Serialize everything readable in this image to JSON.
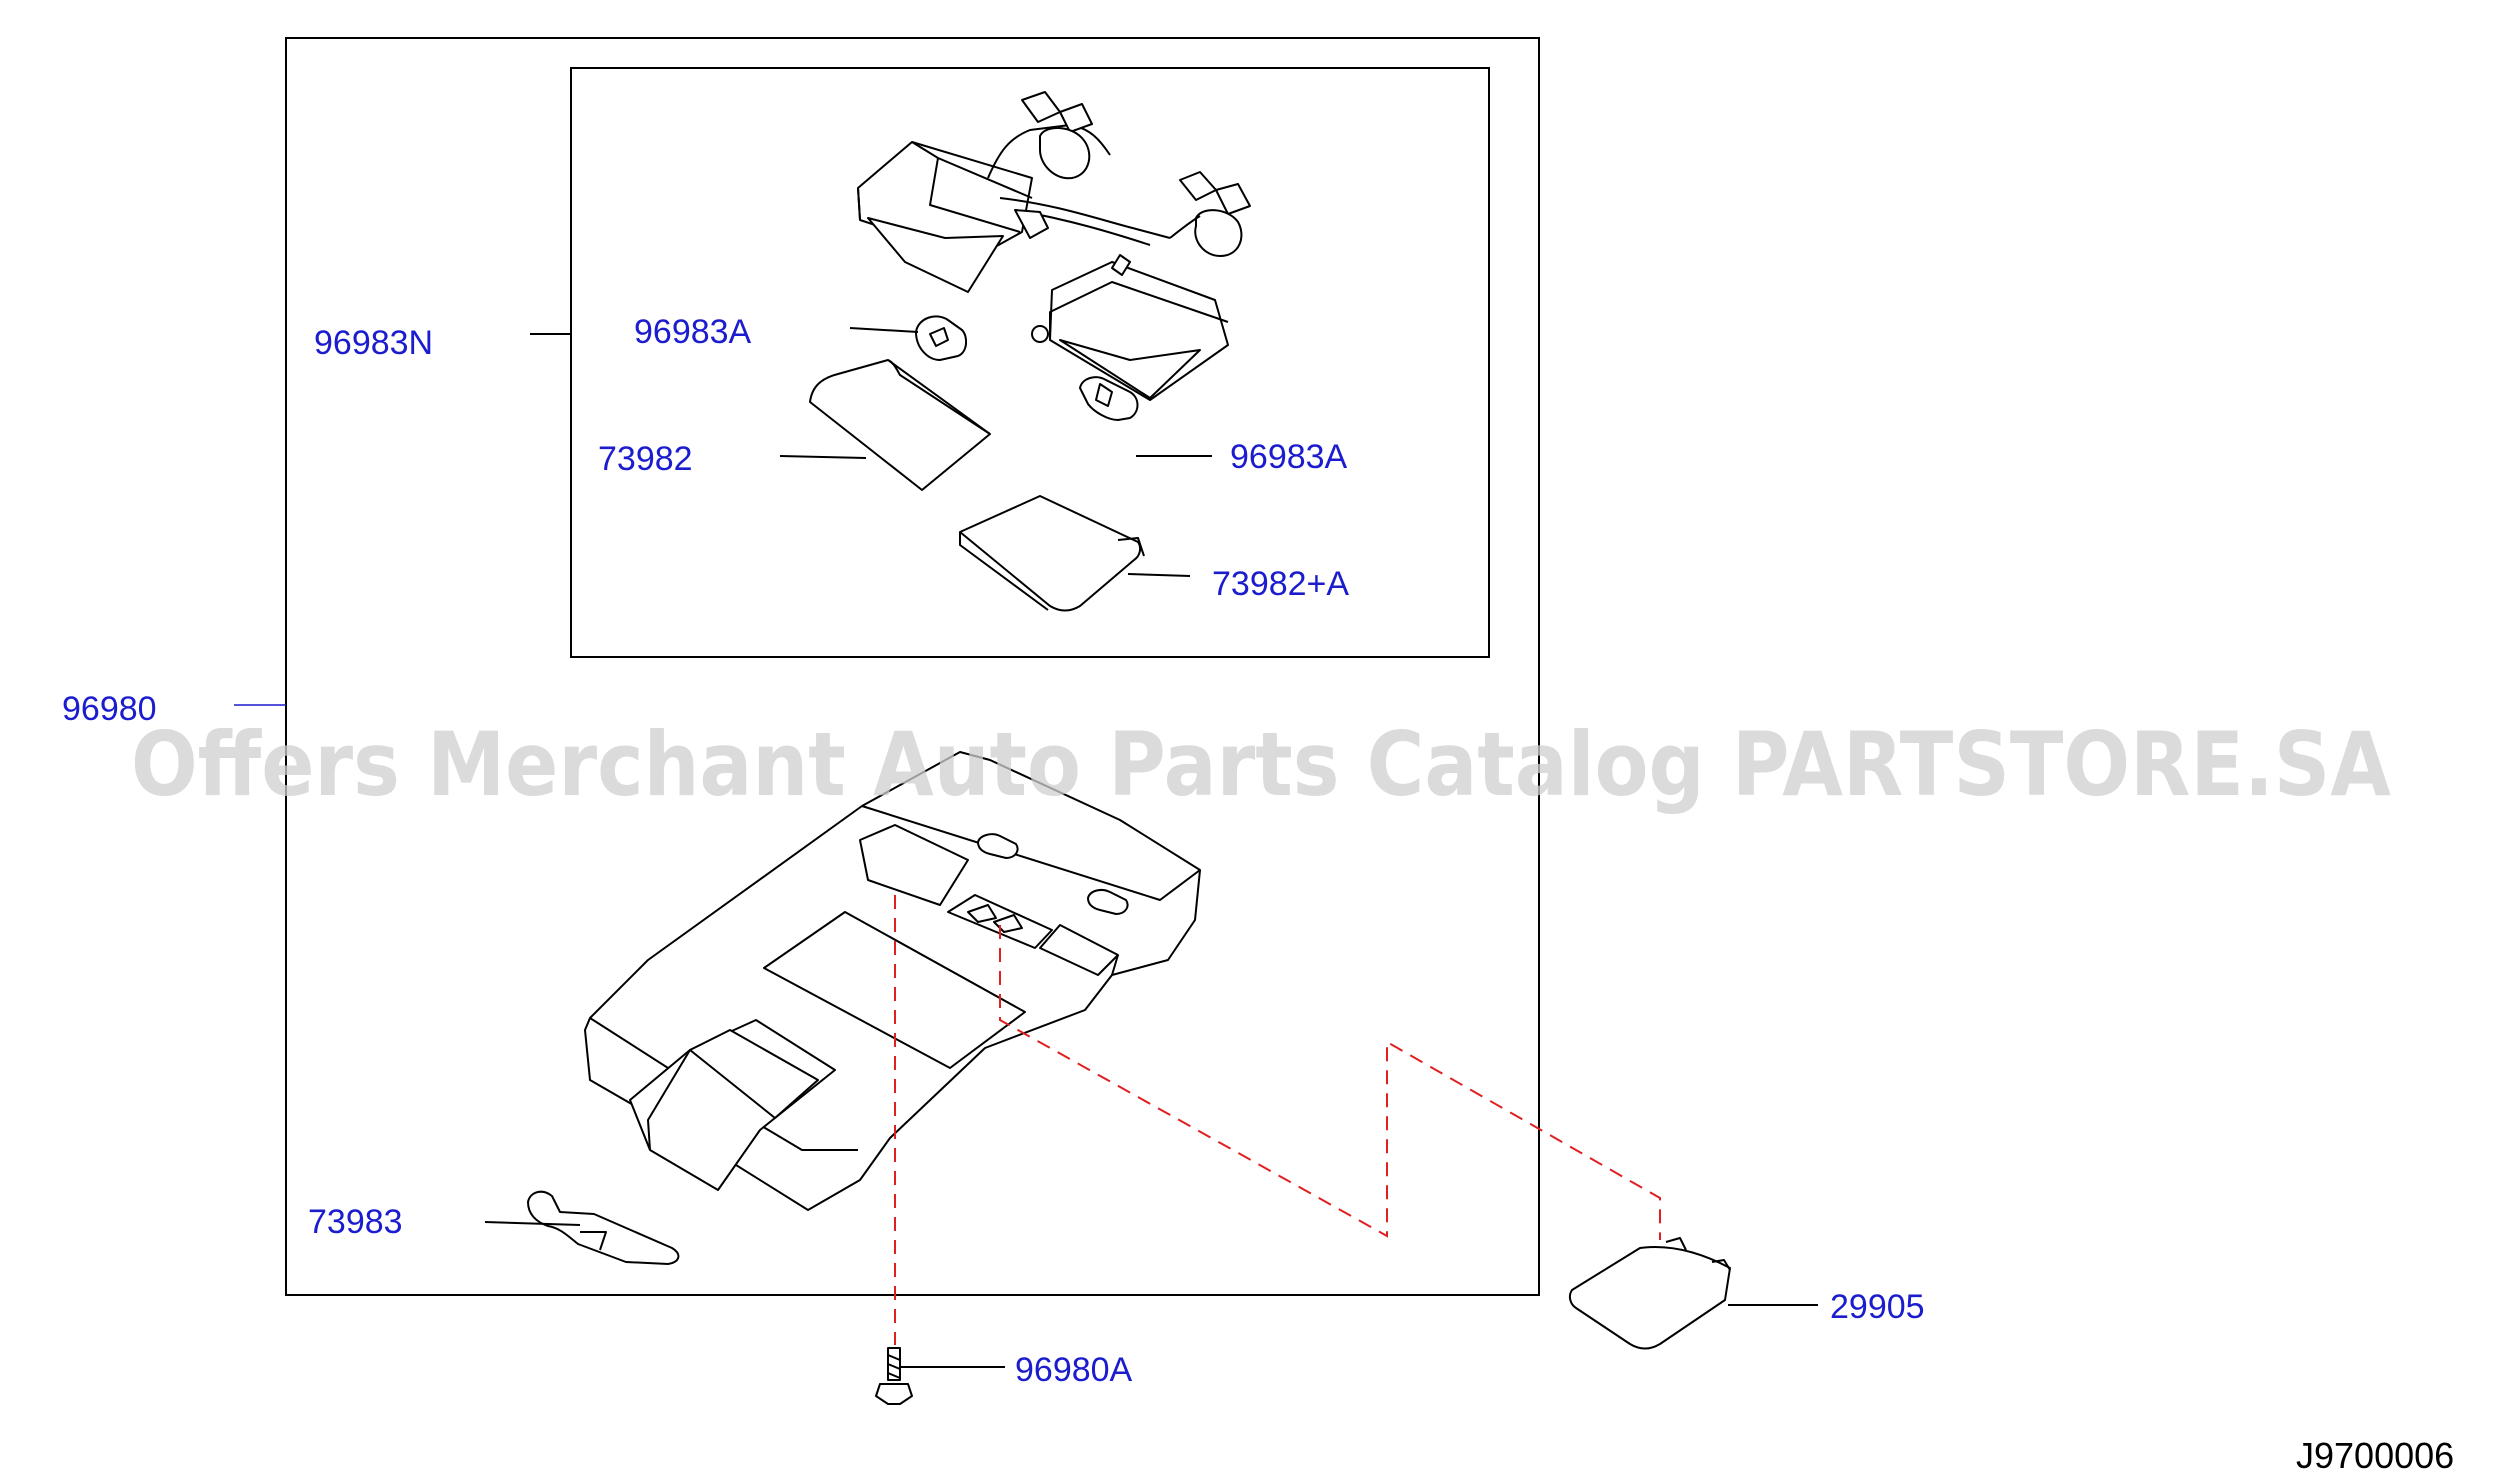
{
  "labels": {
    "part_96983N": "96983N",
    "part_96983A_upper": "96983A",
    "part_73982": "73982",
    "part_96983A_lower": "96983A",
    "part_73982A": "73982+A",
    "part_96980": "96980",
    "part_73983": "73983",
    "part_29905": "29905",
    "part_96980A": "96980A"
  },
  "diagram_code": "J9700006",
  "watermark": "Offers Merchant Auto Parts Catalog PARTSTORE.SA",
  "colors": {
    "label": "#1c1ccf",
    "line": "#000000",
    "dashed_leader": "#e02020",
    "watermark": "#cfcfcf"
  }
}
